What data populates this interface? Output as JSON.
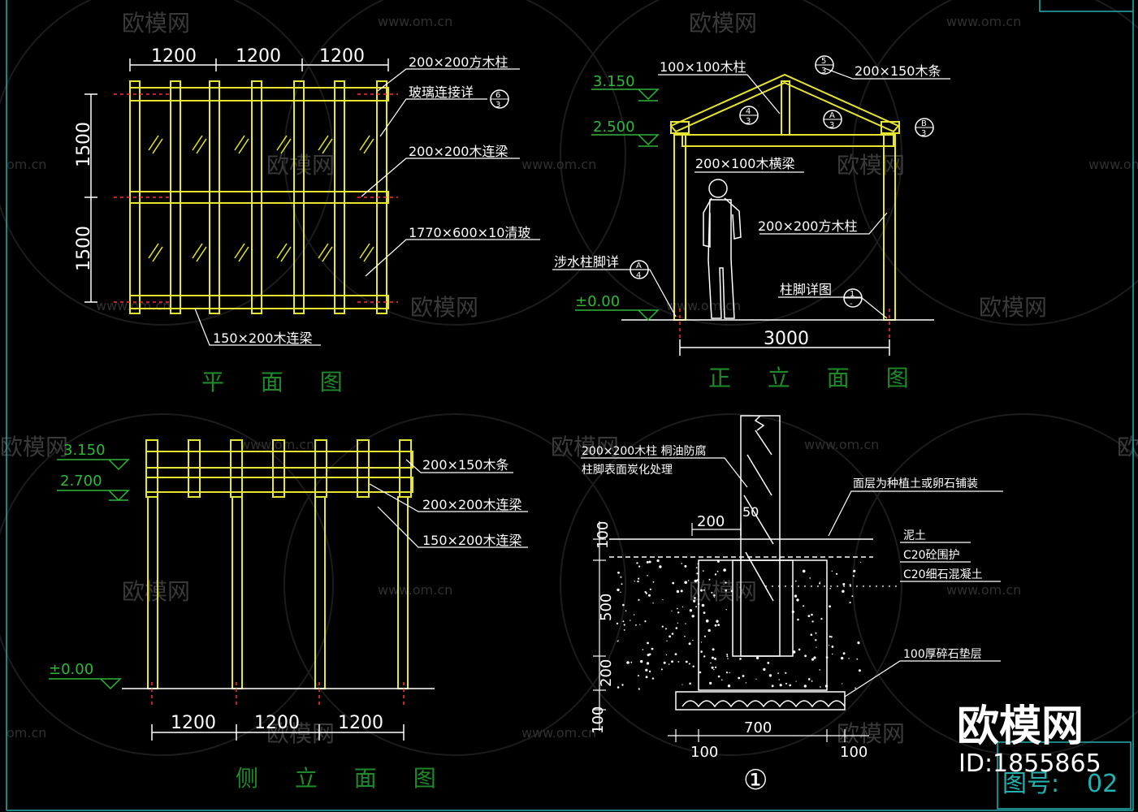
{
  "watermark": {
    "brand": "欧模网",
    "url": "www.om.cn",
    "url_fragment": "om.cn"
  },
  "plan": {
    "title": "平 面 图",
    "dims_top": [
      "1200",
      "1200",
      "1200"
    ],
    "dims_left": [
      "1500",
      "1500"
    ],
    "labels": [
      "200×200方木柱",
      "玻璃连接详",
      "200×200木连梁",
      "1770×600×10清玻",
      "150×200木连梁"
    ],
    "detail_ref": {
      "top": "6",
      "bottom": "3"
    }
  },
  "front": {
    "title": "正 立 面 图",
    "levels": [
      "3.150",
      "2.500",
      "±0.00"
    ],
    "span": "3000",
    "labels": [
      "100×100木柱",
      "200×150木条",
      "200×100木横梁",
      "200×200方木柱",
      "涉水柱脚详",
      "柱脚详图"
    ],
    "refs": [
      {
        "top": "5",
        "bottom": "3"
      },
      {
        "top": "4",
        "bottom": "3"
      },
      {
        "top": "A",
        "bottom": "3"
      },
      {
        "top": "B",
        "bottom": "3"
      },
      {
        "top": "A",
        "bottom": "4"
      },
      {
        "top": "1",
        "bottom": "-"
      }
    ]
  },
  "side": {
    "title": "侧 立 面 图",
    "levels": [
      "3.150",
      "2.700",
      "±0.00"
    ],
    "dims_bottom": [
      "1200",
      "1200",
      "1200"
    ],
    "labels": [
      "200×150木条",
      "200×200木连梁",
      "150×200木连梁"
    ]
  },
  "detail": {
    "number": "①",
    "note_line1": "200×200木柱 桐油防腐",
    "note_line2": "柱脚表面炭化处理",
    "layers": [
      "面层为种植土或卵石铺装",
      "泥土",
      "C20砼围护",
      "C20细石混凝土",
      "100厚碎石垫层"
    ],
    "dims_left": [
      "100",
      "500",
      "200",
      "100"
    ],
    "dims_top": [
      "200",
      "50"
    ],
    "dims_bottom": [
      "700",
      "100",
      "100"
    ]
  },
  "brand_block": {
    "name": "欧模网",
    "id": "ID:1855865"
  },
  "sheet": {
    "label": "图号:",
    "number": "02"
  },
  "colors": {
    "background": "#000000",
    "timber": "#e6e632",
    "dimension": "#ffffff",
    "title": "#1f8a2a",
    "elevation": "#2fb83a",
    "axis_marker": "#ff3030",
    "frame": "#23b0b0"
  }
}
